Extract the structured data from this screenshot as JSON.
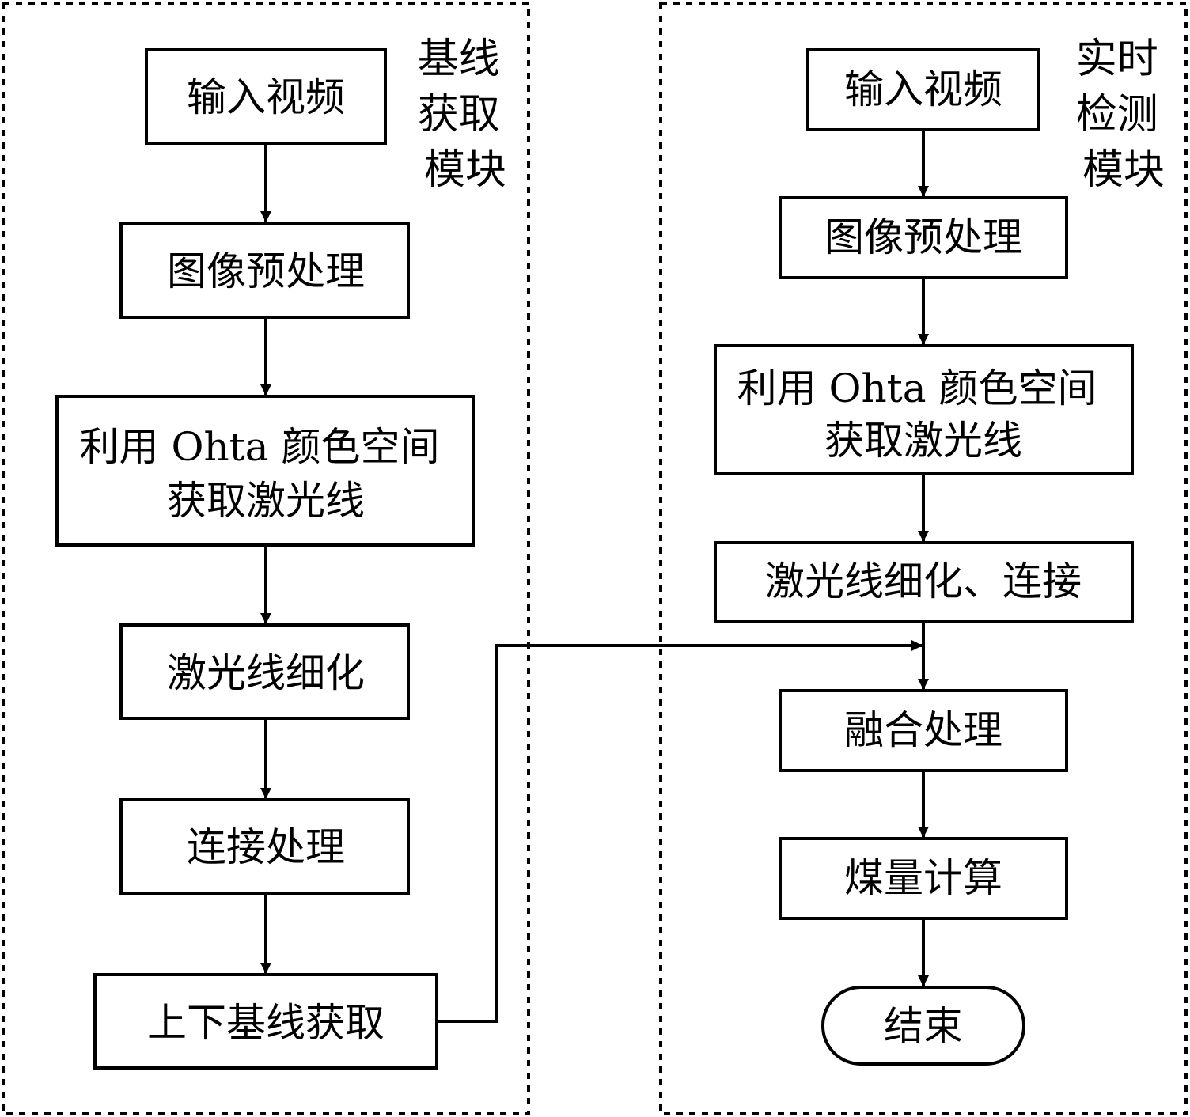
{
  "colors": {
    "stroke": "#000000",
    "background": "#ffffff"
  },
  "baseline_module": {
    "label_lines": [
      "基线",
      "获取",
      "模块"
    ],
    "steps": [
      {
        "id": "b1",
        "lines": [
          "输入视频"
        ]
      },
      {
        "id": "b2",
        "lines": [
          "图像预处理"
        ]
      },
      {
        "id": "b3",
        "lines": [
          "利用 Ohta 颜色空间",
          "获取激光线"
        ]
      },
      {
        "id": "b4",
        "lines": [
          "激光线细化"
        ]
      },
      {
        "id": "b5",
        "lines": [
          "连接处理"
        ]
      },
      {
        "id": "b6",
        "lines": [
          "上下基线获取"
        ]
      }
    ]
  },
  "realtime_module": {
    "label_lines": [
      "实时",
      "检测",
      "模块"
    ],
    "steps": [
      {
        "id": "r1",
        "lines": [
          "输入视频"
        ]
      },
      {
        "id": "r2",
        "lines": [
          "图像预处理"
        ]
      },
      {
        "id": "r3",
        "lines": [
          "利用 Ohta 颜色空间",
          "获取激光线"
        ]
      },
      {
        "id": "r4",
        "lines": [
          "激光线细化、连接"
        ]
      },
      {
        "id": "r5",
        "lines": [
          "融合处理"
        ]
      },
      {
        "id": "r6",
        "lines": [
          "煤量计算"
        ]
      },
      {
        "id": "r7",
        "lines": [
          "结束"
        ],
        "shape": "terminator"
      }
    ]
  }
}
